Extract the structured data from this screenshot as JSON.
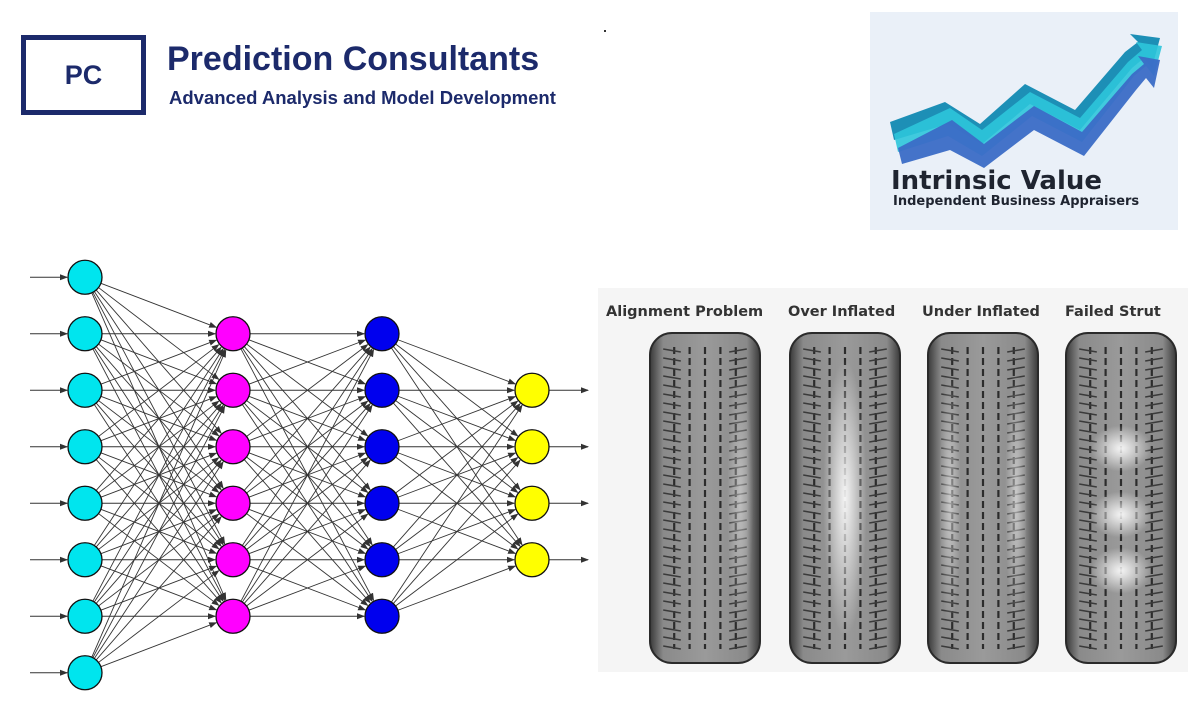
{
  "prediction_consultants": {
    "logo_text": "PC",
    "name": "Prediction Consultants",
    "tagline": "Advanced Analysis and Model Development"
  },
  "intrinsic_value": {
    "name": "Intrinsic Value",
    "tagline": "Independent Business Appraisers"
  },
  "network": {
    "layers": [
      {
        "nodes": 8,
        "color": "#00e5ee"
      },
      {
        "nodes": 6,
        "color": "#ff00ff"
      },
      {
        "nodes": 6,
        "color": "#0000ee"
      },
      {
        "nodes": 4,
        "color": "#ffff00"
      }
    ],
    "edge_color": "#333333"
  },
  "tires": [
    {
      "label": "Alignment Problem",
      "wear": "alignment"
    },
    {
      "label": "Over Inflated",
      "wear": "center"
    },
    {
      "label": "Under Inflated",
      "wear": "edges"
    },
    {
      "label": "Failed Strut",
      "wear": "cupping"
    }
  ]
}
